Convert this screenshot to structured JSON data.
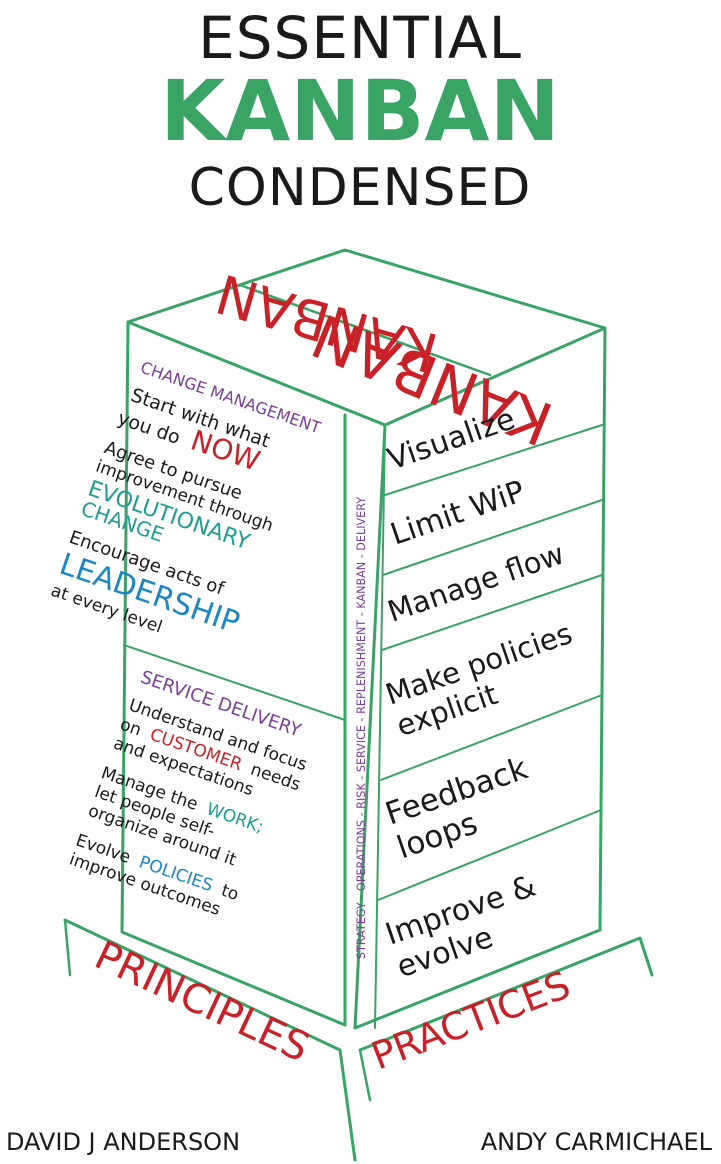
{
  "title": {
    "line1": "ESSENTIAL",
    "line2": "KANBAN",
    "line3": "CONDENSED"
  },
  "box": {
    "top_back_word": "KANBAN",
    "top_front_word": "KANBAN",
    "left_face": {
      "change_management": {
        "heading": "CHANGE MANAGEMENT",
        "p1_line1": "Start with what",
        "p1_line2_a": "you do",
        "p1_line2_b": "NOW",
        "p2_line1": "Agree to pursue",
        "p2_line2": "improvement through",
        "p2_line3": "EVOLUTIONARY",
        "p2_line4": "CHANGE",
        "p3_line1": "Encourage acts of",
        "p3_line2": "LEADERSHIP",
        "p3_line3": "at every level"
      },
      "service_delivery": {
        "heading": "SERVICE DELIVERY",
        "p1_line1": "Understand and focus",
        "p1_line2_a": "on",
        "p1_line2_b": "CUSTOMER",
        "p1_line2_c": "needs",
        "p1_line3": "and expectations",
        "p2_line1_a": "Manage the",
        "p2_line1_b": "WORK;",
        "p2_line2": "let people self-",
        "p2_line3": "organize around it",
        "p3_line1_a": "Evolve",
        "p3_line1_b": "POLICIES",
        "p3_line1_c": "to",
        "p3_line2": "improve outcomes"
      }
    },
    "spine": "STRATEGY - OPERATIONS - RISK - SERVICE - REPLENISHMENT - KANBAN - DELIVERY",
    "practices": [
      [
        "Visualize"
      ],
      [
        "Limit WiP"
      ],
      [
        "Manage flow"
      ],
      [
        "Make policies",
        "explicit"
      ],
      [
        "Feedback",
        "loops"
      ],
      [
        "Improve &",
        "evolve"
      ]
    ]
  },
  "base": {
    "left_word": "PRINCIPLES",
    "right_word": "PRACTICES"
  },
  "authors": {
    "left": "DAVID J ANDERSON",
    "right": "ANDY CARMICHAEL"
  },
  "colors": {
    "green": "#3aa366",
    "red": "#c82128",
    "purple": "#7a3f97",
    "teal": "#1f9e8f",
    "blue": "#1b87c6",
    "black": "#1a1a1a"
  }
}
